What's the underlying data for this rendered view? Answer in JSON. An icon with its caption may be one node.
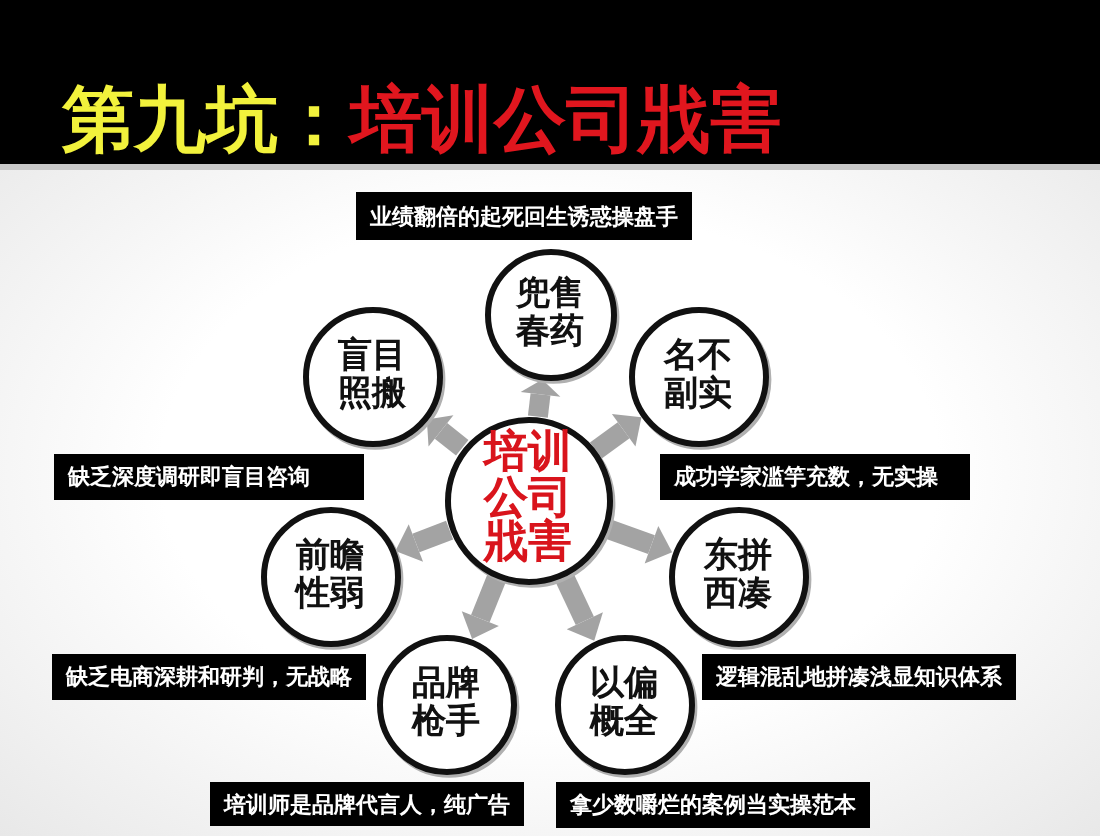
{
  "diagram": {
    "title": "第九坑：培训公司戕害",
    "nodes": [
      {
        "text": [
          "业绩翻倍的起死回生诱惑操盘手"
        ]
      },
      {
        "text": [
          "兜售春药"
        ]
      },
      {
        "text": [
          "盲目照搬"
        ]
      },
      {
        "text": [
          "名不副实"
        ]
      },
      {
        "text": [
          "缺乏深度调研即盲目咨询"
        ]
      },
      {
        "text": [
          "成功学家滥竽充数，无实操"
        ]
      },
      {
        "text": [
          "培训公司戕害"
        ]
      },
      {
        "text": [
          "前瞻性弱"
        ]
      },
      {
        "text": [
          "东拼西凑"
        ]
      },
      {
        "text": [
          "缺乏电商深耕和研判，无战略"
        ]
      },
      {
        "text": [
          "逻辑混乱地拼凑浅显知识体系"
        ]
      },
      {
        "text": [
          "品牌枪手"
        ]
      },
      {
        "text": [
          "以偏概全"
        ]
      },
      {
        "text": [
          "培训师是品牌代言人，纯广告"
        ]
      },
      {
        "text": [
          "拿少数嚼烂的案例当实操范本"
        ]
      }
    ],
    "edges": [
      {
        "from": 6,
        "to": 1,
        "arrow": "to"
      },
      {
        "from": 6,
        "to": 2,
        "arrow": "to"
      },
      {
        "from": 6,
        "to": 3,
        "arrow": "to"
      },
      {
        "from": 6,
        "to": 7,
        "arrow": "to"
      },
      {
        "from": 6,
        "to": 8,
        "arrow": "to"
      },
      {
        "from": 6,
        "to": 11,
        "arrow": "to"
      },
      {
        "from": 6,
        "to": 12,
        "arrow": "to"
      }
    ]
  }
}
